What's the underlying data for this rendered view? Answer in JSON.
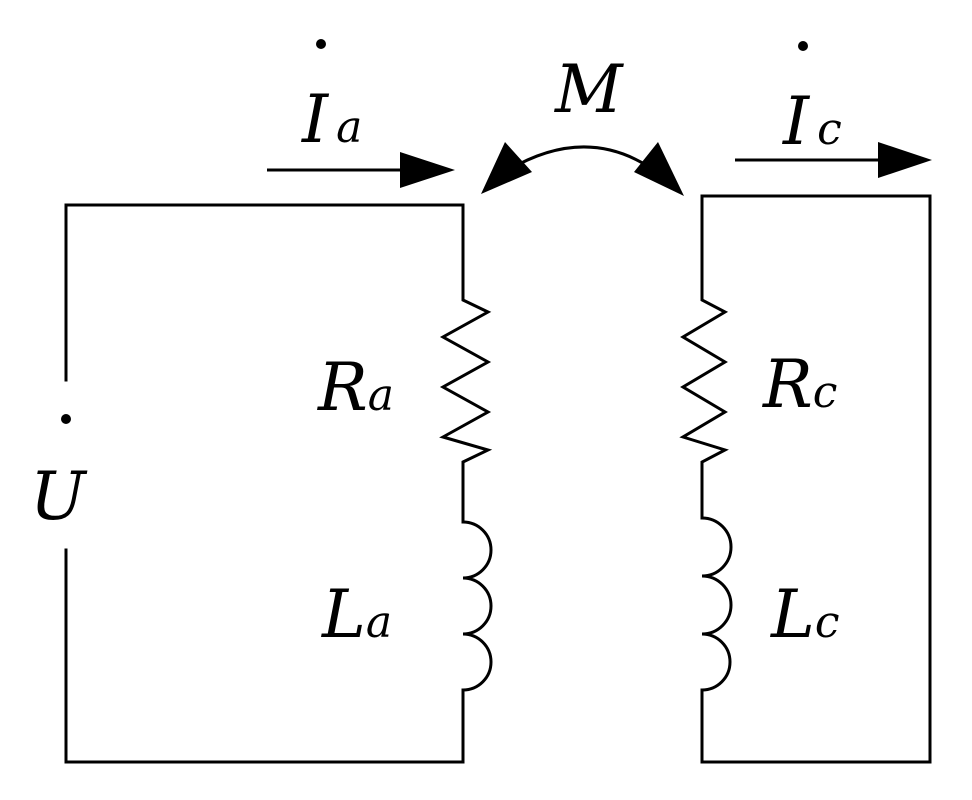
{
  "diagram": {
    "source": {
      "symbol": "U"
    },
    "primary": {
      "current_symbol": "I",
      "current_subscript": "a",
      "resistor_symbol": "R",
      "resistor_subscript": "a",
      "inductor_symbol": "L",
      "inductor_subscript": "a"
    },
    "secondary": {
      "current_symbol": "I",
      "current_subscript": "c",
      "resistor_symbol": "R",
      "resistor_subscript": "c",
      "inductor_symbol": "L",
      "inductor_subscript": "c"
    },
    "coupling": {
      "symbol": "M"
    }
  }
}
